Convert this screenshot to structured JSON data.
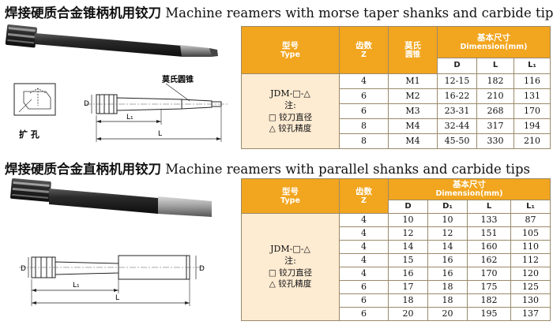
{
  "section1": {
    "title_zh": "焊接硬质合金锥柄机用铰刀",
    "title_en": "Machine reamers with morse taper shanks and carbide tips",
    "diagram": {
      "morse_label": "莫氏圆锥",
      "ream_label": "扩 孔",
      "dim_D": "D",
      "dim_L1": "L₁",
      "dim_L": "L"
    },
    "table": {
      "headers": {
        "type_zh": "型号",
        "type_en": "Type",
        "teeth_zh": "齿数",
        "teeth_en": "Z",
        "morse_zh": "莫氏",
        "morse_zh2": "圆锥",
        "dim_zh": "基本尺寸",
        "dim_en": "Dimension(mm)",
        "col_d": "D",
        "col_l": "L",
        "col_l1": "L₁"
      },
      "type_lines": [
        "JDM-□-△",
        "注:",
        "□ 铰刀直径",
        "△ 铰孔精度"
      ],
      "rows": [
        {
          "z": "4",
          "morse": "M1",
          "d": "12-15",
          "l": "182",
          "l1": "116"
        },
        {
          "z": "6",
          "morse": "M2",
          "d": "16-22",
          "l": "210",
          "l1": "131"
        },
        {
          "z": "6",
          "morse": "M3",
          "d": "23-31",
          "l": "268",
          "l1": "170"
        },
        {
          "z": "8",
          "morse": "M4",
          "d": "32-44",
          "l": "317",
          "l1": "194"
        },
        {
          "z": "8",
          "morse": "M4",
          "d": "45-50",
          "l": "330",
          "l1": "210"
        }
      ]
    }
  },
  "section2": {
    "title_zh": "焊接硬质合金直柄机用铰刀",
    "title_en": "Machine reamers with parallel shanks and carbide tips",
    "diagram": {
      "dim_D": "D",
      "dim_L1": "L₁",
      "dim_L": "L"
    },
    "table": {
      "headers": {
        "type_zh": "型号",
        "type_en": "Type",
        "teeth_zh": "齿数",
        "teeth_en": "Z",
        "dim_zh": "基本尺寸",
        "dim_en": "Dimension(mm)",
        "col_d": "D",
        "col_d1": "D₁",
        "col_l": "L",
        "col_l1": "L₁"
      },
      "type_lines": [
        "JDM-□-△",
        "注:",
        "□ 铰刀直径",
        "△ 铰孔精度"
      ],
      "rows": [
        {
          "z": "4",
          "d": "10",
          "d1": "10",
          "l": "133",
          "l1": "87"
        },
        {
          "z": "4",
          "d": "12",
          "d1": "12",
          "l": "151",
          "l1": "105"
        },
        {
          "z": "4",
          "d": "14",
          "d1": "14",
          "l": "160",
          "l1": "110"
        },
        {
          "z": "4",
          "d": "15",
          "d1": "16",
          "l": "162",
          "l1": "112"
        },
        {
          "z": "4",
          "d": "16",
          "d1": "16",
          "l": "170",
          "l1": "120"
        },
        {
          "z": "6",
          "d": "17",
          "d1": "18",
          "l": "175",
          "l1": "125"
        },
        {
          "z": "6",
          "d": "18",
          "d1": "18",
          "l": "182",
          "l1": "130"
        },
        {
          "z": "6",
          "d": "20",
          "d1": "20",
          "l": "195",
          "l1": "137"
        }
      ]
    }
  }
}
